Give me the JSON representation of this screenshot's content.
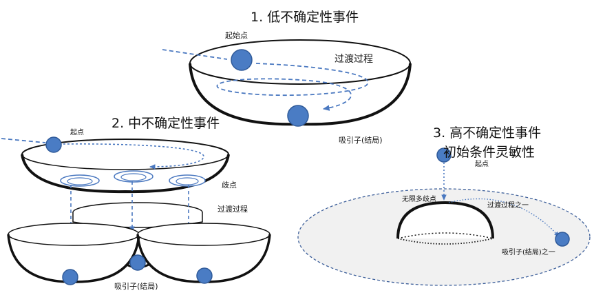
{
  "panel1": {
    "title": "1. 低不确定性事件",
    "start_label": "起始点",
    "transition_label": "过渡过程",
    "attractor_label": "吸引子(结局)"
  },
  "panel2": {
    "title": "2. 中不确定性事件",
    "start_label": "起点",
    "bifurcation_label": "歧点",
    "transition_label": "过渡过程",
    "attractor_label": "吸引子(结局)"
  },
  "panel3": {
    "title_line1": "3. 高不确定性事件",
    "title_line2": "初始条件灵敏性",
    "start_label": "起点",
    "bifurcation_label": "无限多歧点",
    "transition_label": "过渡过程之一",
    "attractor_label": "吸引子(结局)之一"
  },
  "colors": {
    "ball": "#4a7cc4",
    "ball_edge": "#2f5a99",
    "arrow": "#4a78c0",
    "bowl": "#111111",
    "plane": "#f1f1f1",
    "plane_edge": "#3d5f9a"
  }
}
